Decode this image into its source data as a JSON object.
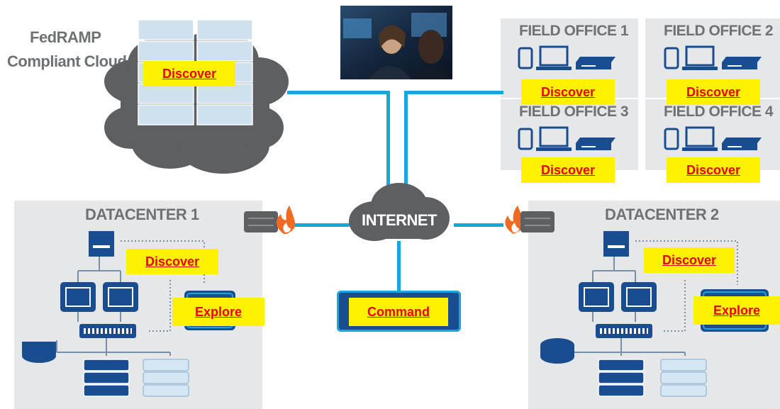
{
  "cloud": {
    "title_line1": "FedRAMP",
    "title_line2": "Compliant Cloud",
    "link": "Discover"
  },
  "field_offices": [
    {
      "title": "FIELD OFFICE 1",
      "link": "Discover"
    },
    {
      "title": "FIELD OFFICE 2",
      "link": "Discover"
    },
    {
      "title": "FIELD OFFICE 3",
      "link": "Discover"
    },
    {
      "title": "FIELD OFFICE 4",
      "link": "Discover"
    }
  ],
  "internet": {
    "label": "INTERNET"
  },
  "datacenter1": {
    "title": "DATACENTER 1",
    "discover": "Discover",
    "explore": "Explore"
  },
  "datacenter2": {
    "title": "DATACENTER 2",
    "discover": "Discover",
    "explore": "Explore"
  },
  "command": {
    "link": "Command"
  },
  "colors": {
    "network_line": "#19a6dd",
    "panel": "#e6e7e8",
    "link_bg": "#fff200",
    "link_text": "#e8000b",
    "device": "#1a4d8f",
    "firewall_flame": "#f26a21"
  }
}
